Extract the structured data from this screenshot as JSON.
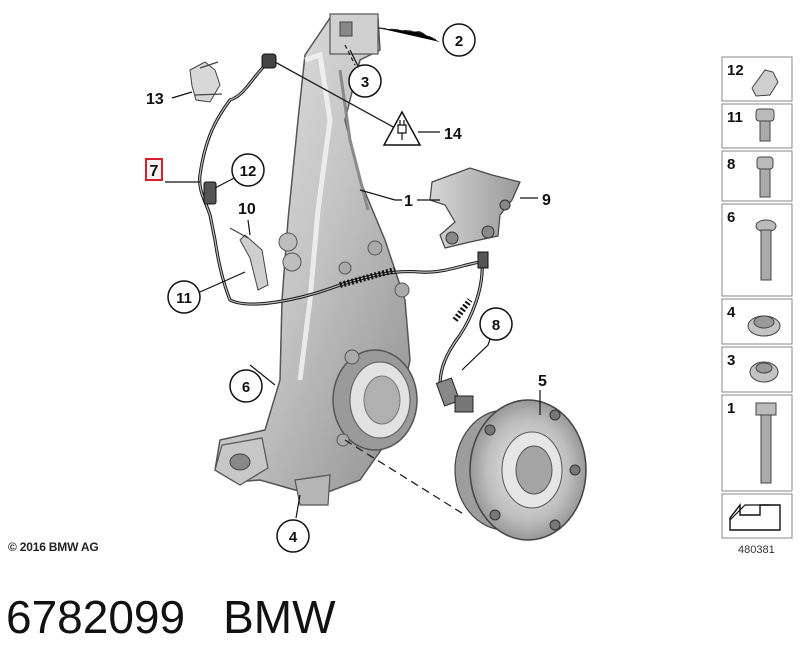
{
  "copyright": "© 2016 BMW AG",
  "diagram_id": "480381",
  "footer": {
    "part_number": "6782099",
    "brand": "BMW"
  },
  "highlight_color": "#d9202a",
  "callouts": {
    "c1": "1",
    "c2": "2",
    "c3": "3",
    "c4": "4",
    "c5": "5",
    "c6": "6",
    "c7": "7",
    "c8": "8",
    "c9": "9",
    "c10": "10",
    "c11": "11",
    "c12": "12",
    "c13": "13",
    "c14": "14"
  },
  "legend": [
    "12",
    "11",
    "8",
    "6",
    "4",
    "3",
    "1"
  ]
}
